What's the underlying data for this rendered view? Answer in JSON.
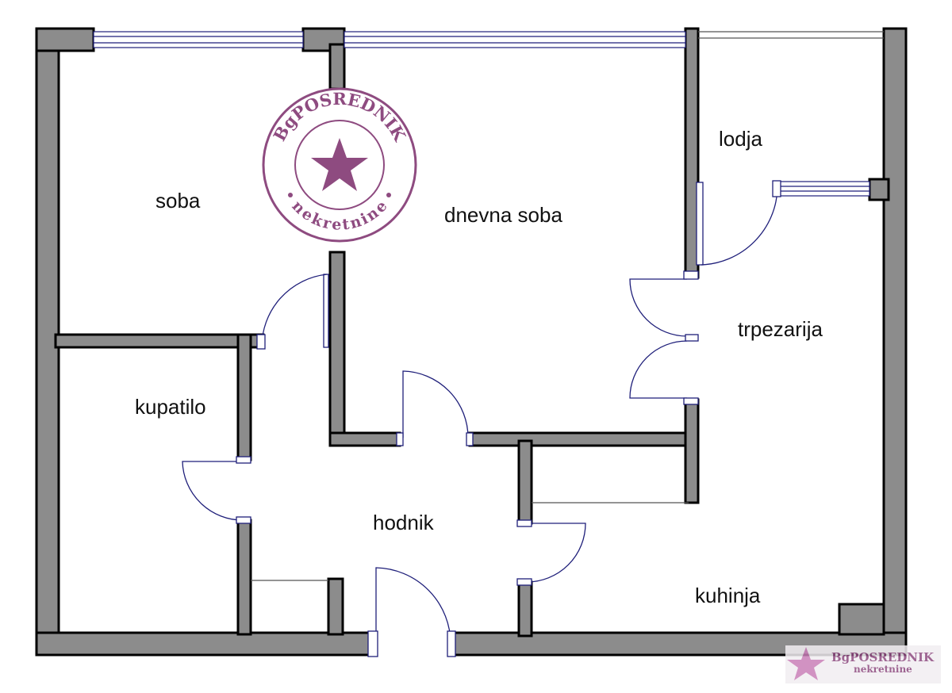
{
  "rooms": {
    "soba": "soba",
    "dnevna_soba": "dnevna soba",
    "lodja": "lodja",
    "trpezarija": "trpezarija",
    "kupatilo": "kupatilo",
    "hodnik": "hodnik",
    "kuhinja": "kuhinja"
  },
  "stamp": {
    "brand": "BgPOSREDNIK",
    "sub": "nekretnine"
  },
  "watermark": {
    "brand": "BgPOSREDNIK",
    "sub": "nekretnine"
  },
  "colors": {
    "wall_fill": "#8c8c8c",
    "wall_outline": "#000000",
    "door_line": "#1f1f7a",
    "brand_purple": "#8e4b80"
  }
}
